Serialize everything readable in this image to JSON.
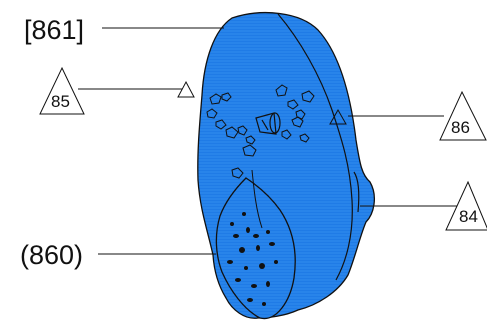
{
  "diagram": {
    "fill_color": "#1f7be6",
    "hatch_color": "#2f8ef2",
    "outline_color": "#111111",
    "labels": {
      "feature_861": "[861]",
      "feature_860": "(860)",
      "tri_85": "85",
      "tri_86": "86",
      "tri_84": "84"
    }
  }
}
